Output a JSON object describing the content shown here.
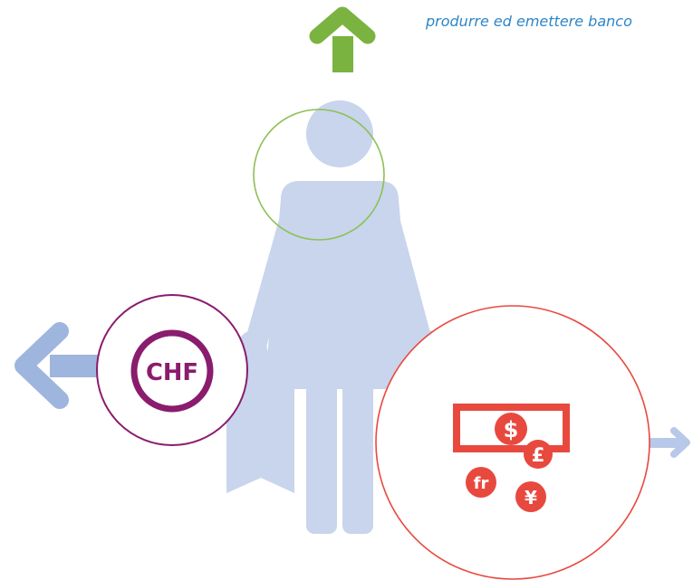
{
  "caption": "produrre ed emettere banco",
  "colors": {
    "figure": "#c8d5ec",
    "up_arrow": "#7ab340",
    "left_arrow": "#9eb5de",
    "right_arrow": "#b7c8e8",
    "head_circle": "#8cc053",
    "chf_circle": "#8a1c6e",
    "chf_badge": "#8a1c6e",
    "money_circle": "#e8493f",
    "money_icons": "#e8493f",
    "caption_text": "#2d86c8"
  },
  "icons": {
    "up_arrow": "arrow-up-icon",
    "left_arrow": "arrow-left-icon",
    "right_arrow": "arrow-right-icon",
    "figure": "woman-shopper-icon",
    "chf": "chf-currency-icon",
    "banknote": "banknote-icon"
  },
  "chf_badge": {
    "label": "CHF"
  },
  "currency_symbols": {
    "dollar": "$",
    "pound": "£",
    "franc": "fr",
    "yen": "¥"
  }
}
